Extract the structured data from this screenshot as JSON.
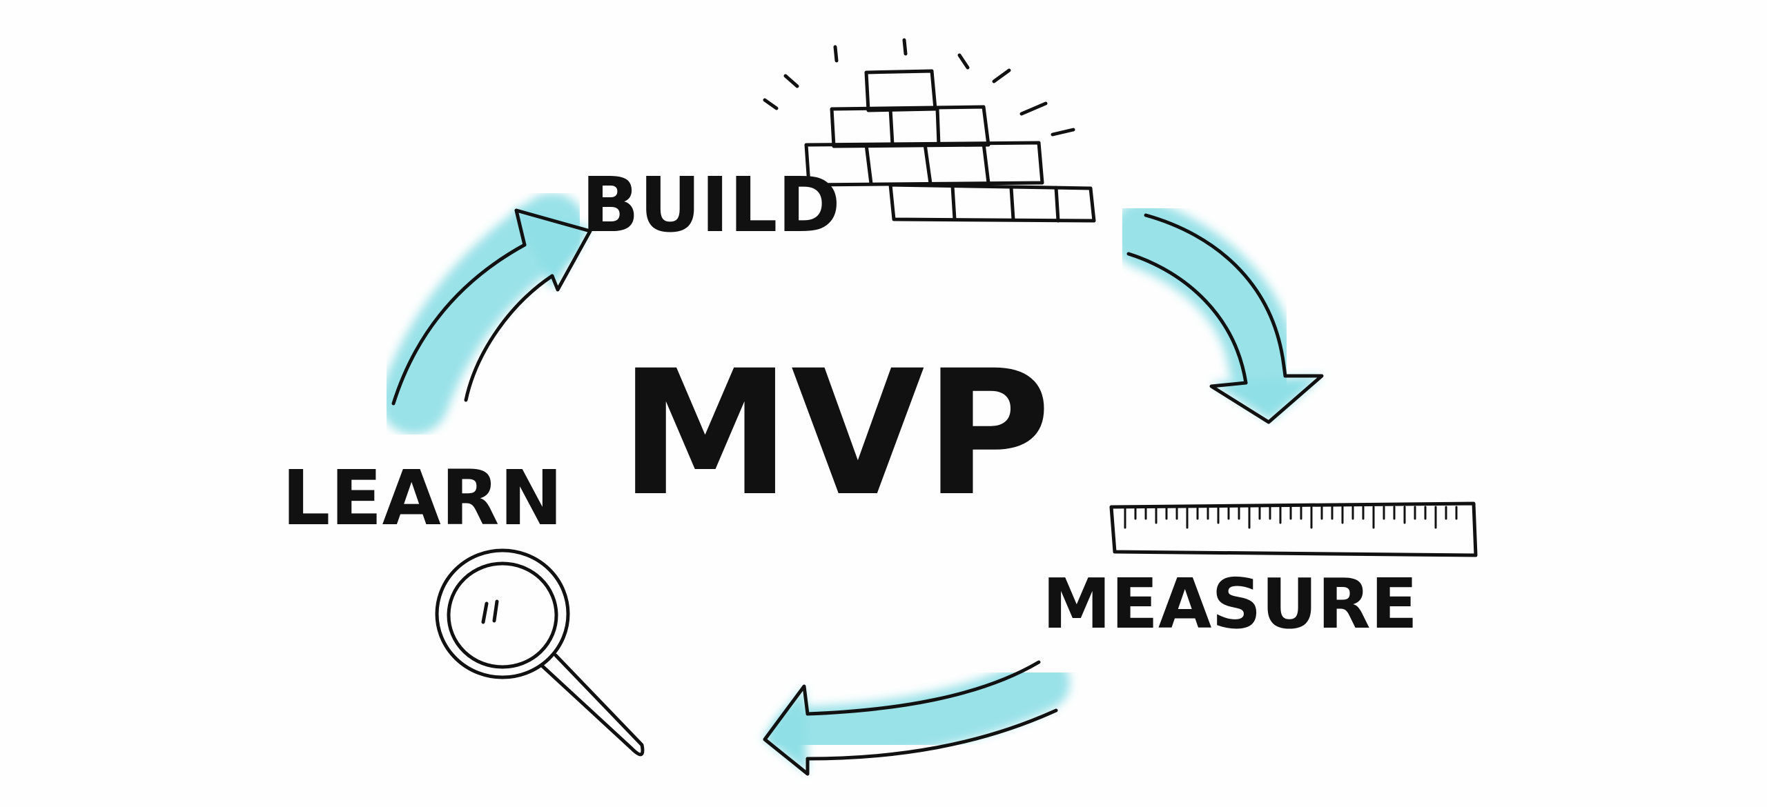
{
  "labels": {
    "center": "MVP",
    "build": "BUILD",
    "measure": "MEASURE",
    "learn": "LEARN"
  },
  "colors": {
    "accent": "#8fdfe6",
    "ink": "#111111",
    "background": "#fefefe"
  },
  "icons": {
    "build": "brick-wall-icon",
    "measure": "ruler-icon",
    "learn": "magnifying-glass-icon"
  }
}
